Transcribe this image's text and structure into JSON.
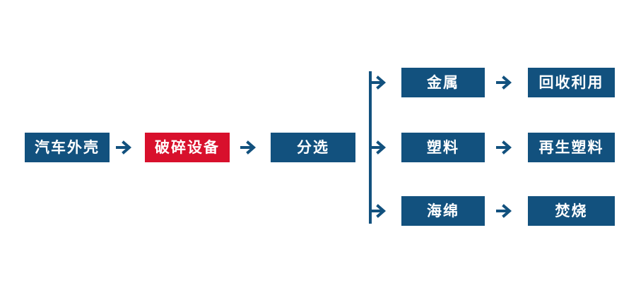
{
  "flowchart": {
    "colors": {
      "primary_blue": "#12517E",
      "accent_red": "#D8102C",
      "text_white": "#FFFFFF",
      "background": "#FFFFFF"
    },
    "nodes": {
      "car_shell": {
        "label": "汽车外壳"
      },
      "crusher": {
        "label": "破碎设备"
      },
      "sorting": {
        "label": "分选"
      },
      "metal": {
        "label": "金属"
      },
      "recycling": {
        "label": "回收利用"
      },
      "plastic": {
        "label": "塑料"
      },
      "recycled_plastic": {
        "label": "再生塑料"
      },
      "sponge": {
        "label": "海绵"
      },
      "incineration": {
        "label": "焚烧"
      }
    },
    "icons": {
      "arrow_right": "arrow-right-icon",
      "branch_line": "branch-connector-line"
    }
  }
}
